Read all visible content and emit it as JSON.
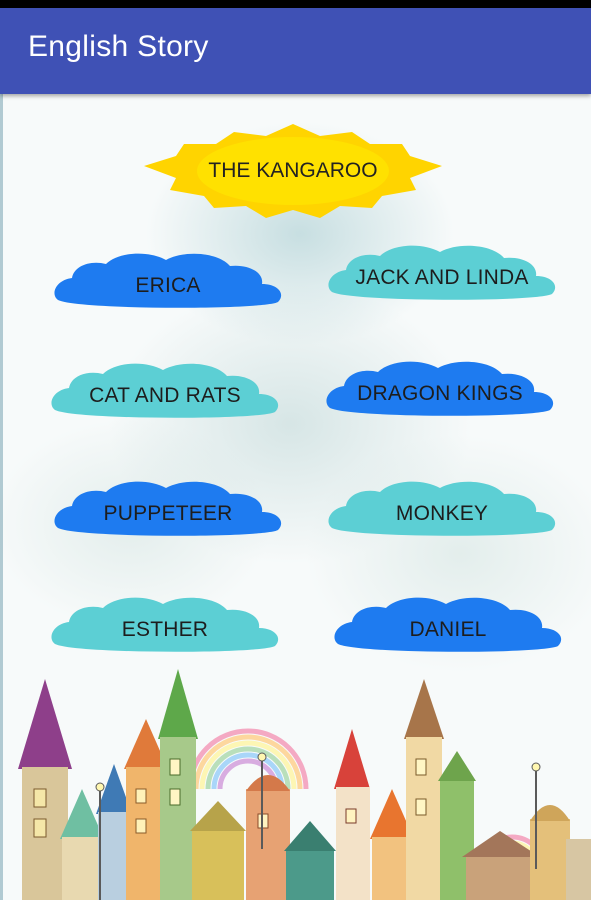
{
  "app": {
    "title": "English Story"
  },
  "featured_story": {
    "label": "THE KANGAROO"
  },
  "stories": [
    {
      "label": "ERICA",
      "color": "#1e7bf0"
    },
    {
      "label": "JACK AND LINDA",
      "color": "#5ccfd4"
    },
    {
      "label": "CAT AND RATS",
      "color": "#5ccfd4"
    },
    {
      "label": "DRAGON KINGS",
      "color": "#1e7bf0"
    },
    {
      "label": "PUPPETEER",
      "color": "#1e7bf0"
    },
    {
      "label": "MONKEY",
      "color": "#5ccfd4"
    },
    {
      "label": "ESTHER",
      "color": "#5ccfd4"
    },
    {
      "label": "DANIEL",
      "color": "#1e7bf0"
    }
  ],
  "colors": {
    "appbar": "#3f51b5",
    "sun": "#ffd400",
    "sun_center": "#ffe100"
  },
  "decorations": {
    "background_scene": "cartoon-town-illustration"
  }
}
